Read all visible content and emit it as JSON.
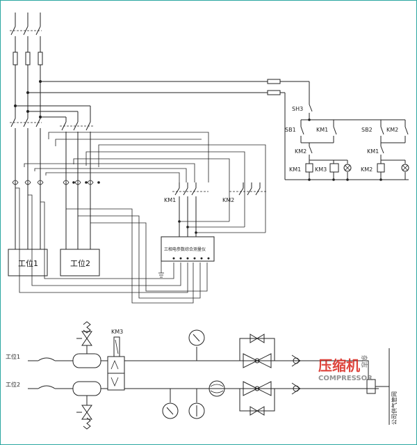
{
  "labels": {
    "station1": "工位1",
    "station2": "工位2",
    "meter": "三相电参数综合测量仪",
    "km1": "KM1",
    "km2": "KM2",
    "km3": "KM3",
    "sh3": "SH3",
    "sb1": "SB1",
    "sb2": "SB2",
    "pipe_station1": "工位1",
    "pipe_station2": "工位2",
    "km3_valve": "KM3",
    "outlet": "公司供气管网"
  },
  "watermark": {
    "cn": "压缩机",
    "side": "杂志",
    "en": "COMPRESSOR",
    "color": "#d9251c"
  },
  "frame_color": "#2aa6a0"
}
